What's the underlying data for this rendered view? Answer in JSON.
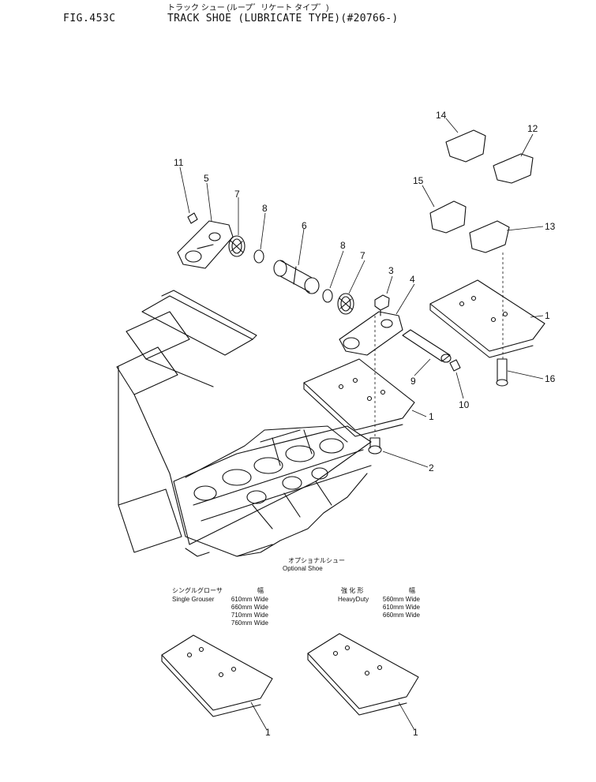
{
  "header": {
    "fig_code": "FIG.453C",
    "title_jp": "トラック シュー (ループ゛リケート タイプ゛)",
    "title_en": "TRACK SHOE (LUBRICATE TYPE)(#20766-)"
  },
  "callouts": [
    "14",
    "12",
    "11",
    "5",
    "15",
    "7",
    "8",
    "6",
    "13",
    "3",
    "4",
    "8",
    "7",
    "1",
    "9",
    "16",
    "10",
    "1",
    "2",
    "1",
    "1"
  ],
  "optional": {
    "label_jp": "オプショナルシュー",
    "label_en": "Optional Shoe",
    "single": {
      "head_jp": "シングルグローサ",
      "width_jp": "幅",
      "name": "Single Grouser",
      "widths": [
        "610mm Wide",
        "660mm Wide",
        "710mm Wide",
        "760mm Wide"
      ]
    },
    "heavy": {
      "head_jp": "強 化 形",
      "width_jp": "幅",
      "name": "HeavyDuty",
      "widths": [
        "560mm Wide",
        "610mm Wide",
        "660mm Wide"
      ]
    }
  }
}
